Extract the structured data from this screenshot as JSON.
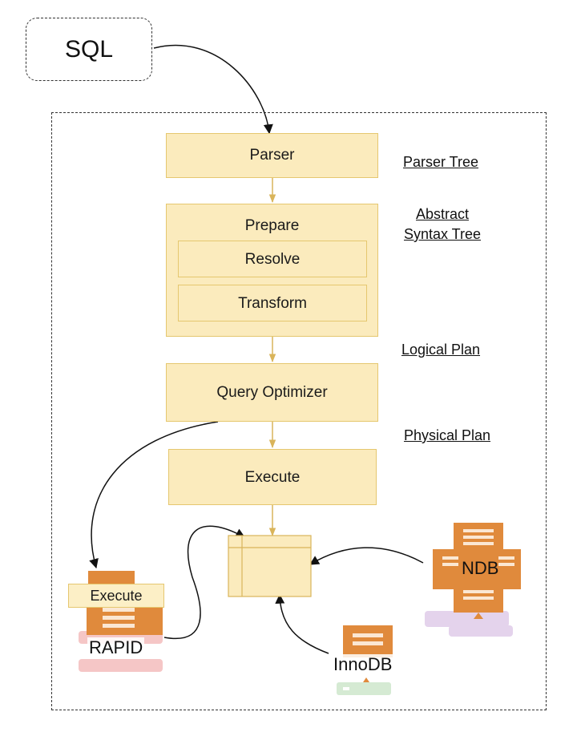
{
  "input": {
    "label": "SQL"
  },
  "stages": {
    "parser": "Parser",
    "prepare": "Prepare",
    "resolve": "Resolve",
    "transform": "Transform",
    "optimizer": "Query Optimizer",
    "execute": "Execute"
  },
  "annotations": {
    "parser_tree": "Parser Tree",
    "ast_line1": "Abstract",
    "ast_line2": "Syntax Tree",
    "logical_plan": "Logical Plan",
    "physical_plan": "Physical Plan"
  },
  "engines": {
    "rapid_execute": "Execute",
    "rapid": "RAPID",
    "innodb": "InnoDB",
    "ndb": "NDB"
  },
  "colors": {
    "stage_fill": "#fbebbd",
    "stage_border": "#e5c76f",
    "flow_arrow": "#d9b45a",
    "engine_orange": "#e08a3c",
    "rapid_pink": "#f5c6c6",
    "innodb_green": "#d5ead3",
    "ndb_purple": "#e4d3ec"
  }
}
